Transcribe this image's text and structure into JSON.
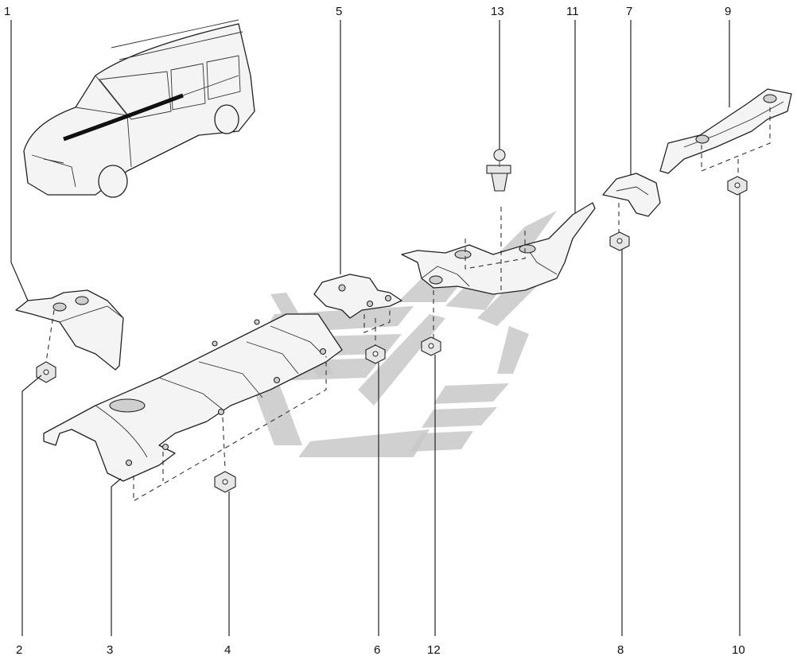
{
  "diagram": {
    "callouts": [
      "1",
      "2",
      "3",
      "4",
      "5",
      "6",
      "7",
      "8",
      "9",
      "10",
      "11",
      "12",
      "13"
    ]
  },
  "colors": {
    "background": "#ffffff",
    "line": "#222222",
    "watermark": "#c8c8c8"
  }
}
